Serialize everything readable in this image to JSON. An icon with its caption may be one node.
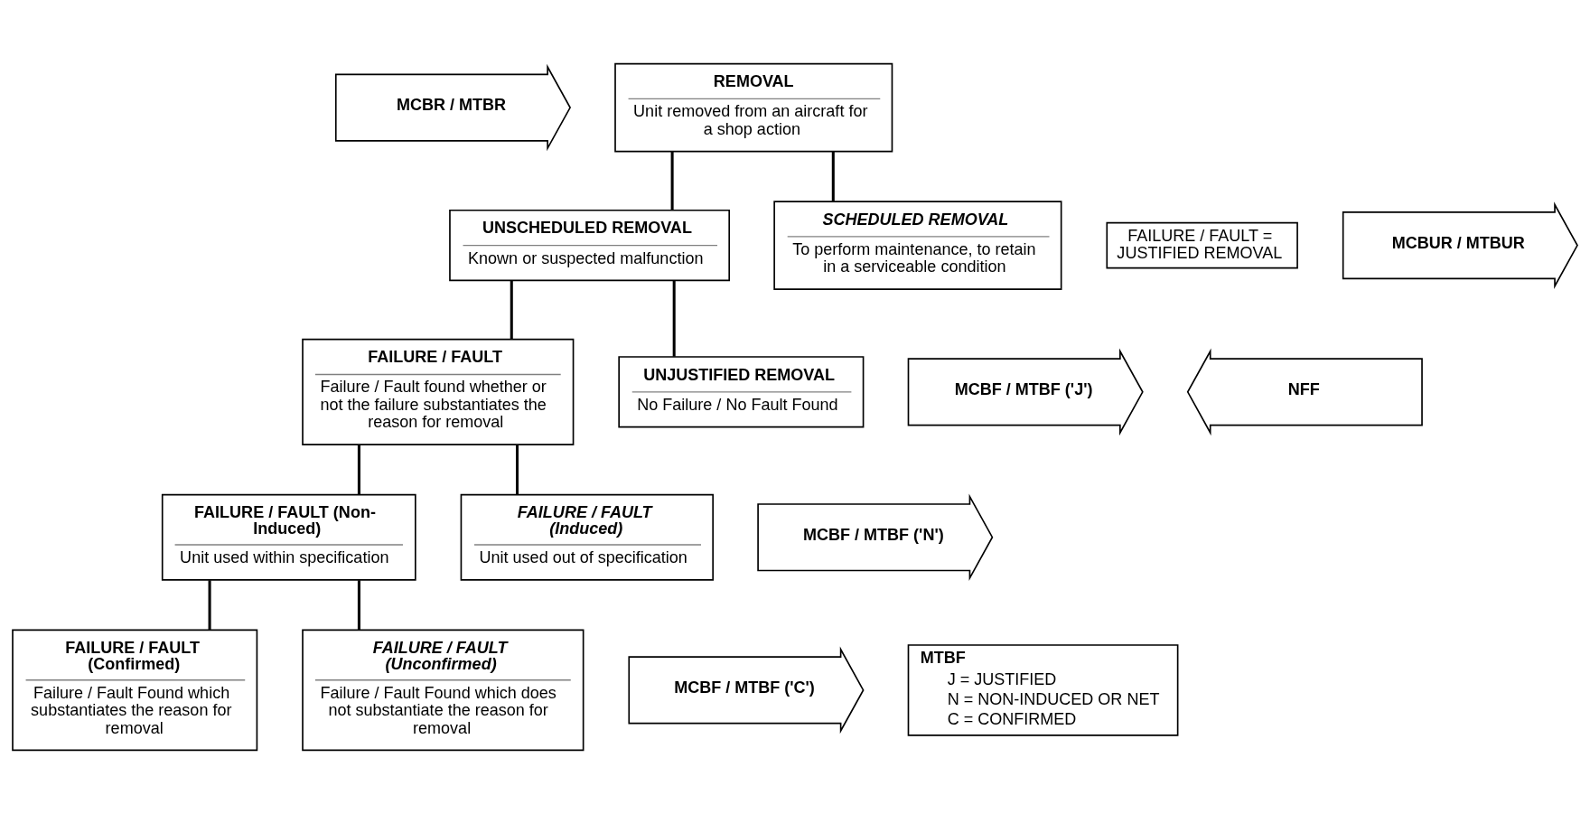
{
  "diagram": {
    "nodes": [
      {
        "text": [
          "REMOVAL",
          "Unit removed from an aircraft for a shop action"
        ]
      },
      {
        "text": [
          "MCBR / MTBR"
        ]
      },
      {
        "text": [
          "MCBUR / MTBUR"
        ]
      },
      {
        "text": [
          "UNSCHEDULED REMOVAL",
          "Known or suspected malfunction"
        ]
      },
      {
        "text": [
          "SCHEDULED REMOVAL",
          "To perform maintenance, to retain in a serviceable condition"
        ]
      },
      {
        "text": [
          "FAILURE / FAULT = JUSTIFIED REMOVAL"
        ]
      },
      {
        "text": [
          "MCBF / MTBF ('J')"
        ]
      },
      {
        "text": [
          "FAILURE / FAULT",
          "Failure / Fault found whether or not the failure substantiates the reason for removal"
        ]
      },
      {
        "text": [
          "UNJUSTIFIED REMOVAL",
          "No Failure / No Fault Found"
        ]
      },
      {
        "text": [
          "NFF"
        ]
      },
      {
        "text": [
          "MCBF / MTBF ('N')"
        ]
      },
      {
        "text": [
          "FAILURE / FAULT (Non-Induced)",
          "Unit used within specification"
        ]
      },
      {
        "text": [
          "FAILURE / FAULT (Induced)",
          "Unit used out of specification"
        ]
      },
      {
        "text": [
          "MCBF / MTBF ('C')"
        ]
      },
      {
        "text": [
          "FAILURE / FAULT (Confirmed)",
          "Failure / Fault Found which substantiates the reason for removal"
        ]
      },
      {
        "text": [
          "FAILURE / FAULT (Unconfirmed)",
          "Failure / Fault Found which does not substantiate the reason for removal"
        ]
      },
      {
        "text": [
          "MTBF",
          "J = JUSTIFIED",
          "N = NON-INDUCED OR NET",
          "C = CONFIRMED"
        ]
      }
    ],
    "edges": [
      {
        "from": 0,
        "to": 3,
        "arrow": "none"
      },
      {
        "from": 0,
        "to": 4,
        "arrow": "none"
      },
      {
        "from": 3,
        "to": 7,
        "arrow": "none"
      },
      {
        "from": 3,
        "to": 8,
        "arrow": "none"
      },
      {
        "from": 7,
        "to": 11,
        "arrow": "none"
      },
      {
        "from": 7,
        "to": 12,
        "arrow": "none"
      },
      {
        "from": 11,
        "to": 14,
        "arrow": "none"
      },
      {
        "from": 11,
        "to": 15,
        "arrow": "none"
      }
    ]
  }
}
